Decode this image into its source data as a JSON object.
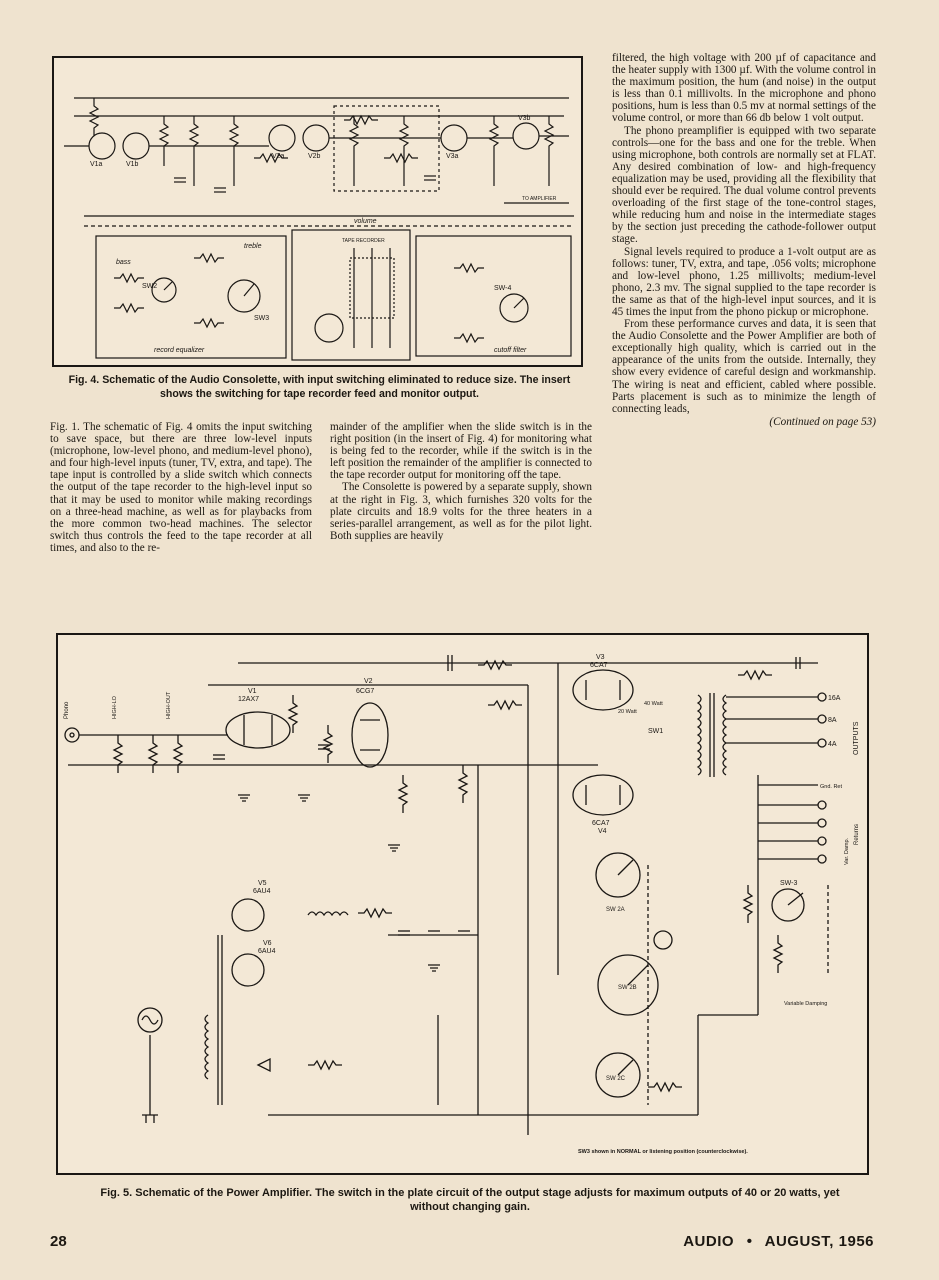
{
  "fig4": {
    "caption": "Fig. 4. Schematic of the Audio Consolette, with input switching eliminated to reduce size. The insert shows the switching for tape recorder feed and monitor output.",
    "labels": {
      "v1a": "V1a",
      "v1b": "V1b",
      "v2a": "V2a",
      "v2b": "V2b",
      "v3a": "V3a",
      "v3b": "V3b",
      "volume": "volume",
      "treble": "treble",
      "bass": "bass",
      "sw2": "SW2",
      "sw3": "SW3",
      "sw4": "SW-4",
      "record_equalizer": "record equalizer",
      "cutoff_filter": "cutoff filter",
      "to_amplifier": "TO AMPLIFIER",
      "tape_recorder": "TAPE RECORDER"
    }
  },
  "article": {
    "col1": "Fig. 1. The schematic of Fig. 4 omits the input switching to save space, but there are three low-level inputs (microphone, low-level phono, and medium-level phono), and four high-level inputs (tuner, TV, extra, and tape). The tape input is controlled by a slide switch which connects the output of the tape recorder to the high-level input so that it may be used to monitor while making recordings on a three-head machine, as well as for playbacks from the more common two-head machines. The selector switch thus controls the feed to the tape recorder at all times, and also to the re-",
    "col2_p1": "mainder of the amplifier when the slide switch is in the right position (in the insert of Fig. 4) for monitoring what is being fed to the recorder, while if the switch is in the left position the remainder of the amplifier is connected to the tape recorder output for monitoring off the tape.",
    "col2_p2": "The Consolette is powered by a separate supply, shown at the right in Fig. 3, which furnishes 320 volts for the plate circuits and 18.9 volts for the three heaters in a series-parallel arrangement, as well as for the pilot light. Both supplies are heavily",
    "col3_p1": "filtered, the high voltage with 200 µf of capacitance and the heater supply with 1300 µf. With the volume control in the maximum position, the hum (and noise) in the output is less than 0.1 millivolts. In the microphone and phono positions, hum is less than 0.5 mv at normal settings of the volume control, or more than 66 db below 1 volt output.",
    "col3_p2": "The phono preamplifier is equipped with two separate controls—one for the bass and one for the treble. When using microphone, both controls are normally set at FLAT. Any desired combination of low- and high-frequency equalization may be used, providing all the flexibility that should ever be required. The dual volume control prevents overloading of the first stage of the tone-control stages, while reducing hum and noise in the intermediate stages by the section just preceding the cathode-follower output stage.",
    "col3_p3": "Signal levels required to produce a 1-volt output are as follows: tuner, TV, extra, and tape, .056 volts; microphone and low-level phono, 1.25 millivolts; medium-level phono, 2.3 mv. The signal supplied to the tape recorder is the same as that of the high-level input sources, and it is 45 times the input from the phono pickup or microphone.",
    "col3_p4": "From these performance curves and data, it is seen that the Audio Consolette and the Power Amplifier are both of exceptionally high quality, which is carried out in the appearance of the units from the outside. Internally, they show every evidence of careful design and workmanship. The wiring is neat and efficient, cabled where possible. Parts placement is such as to minimize the length of connecting leads,",
    "continued": "(Continued on page 53)"
  },
  "fig5": {
    "caption": "Fig. 5. Schematic of the Power Amplifier. The switch in the plate circuit of the output stage adjusts for maximum outputs of 40 or 20 watts, yet without changing gain.",
    "labels": {
      "v1_name": "V1",
      "v1_type": "12AX7",
      "v2_name": "V2",
      "v2_type": "6CG7",
      "v3_type": "6CA7",
      "v4_type": "6CA7",
      "v3_name": "V3",
      "v4_name": "V4",
      "v5_type": "6AU4",
      "v6_type": "6AU4",
      "v5_name": "V5",
      "v6_name": "V6",
      "outputs": "OUTPUTS",
      "returns": "Returns",
      "var_damp": "Var. Damp.",
      "out_16": "16A",
      "out_8": "8A",
      "out_4": "4A",
      "gnd_ret": "Gnd. Ret",
      "sw1": "SW1",
      "sw2a": "SW 2A",
      "sw2b": "SW 2B",
      "sw2c": "SW 2C",
      "sw3": "SW-3",
      "variable_damping": "Variable Damping",
      "watts_40": "40 Watt",
      "watts_20": "20 Watt",
      "sw_note": "SW3 shown in NORMAL or listening position (counterclockwise).",
      "phono": "Phono",
      "high_lo": "HIGH-LO",
      "high_out": "HIGH-OUT"
    }
  },
  "footer": {
    "page_number": "28",
    "magazine": "AUDIO",
    "bullet": "•",
    "issue": "AUGUST, 1956"
  }
}
